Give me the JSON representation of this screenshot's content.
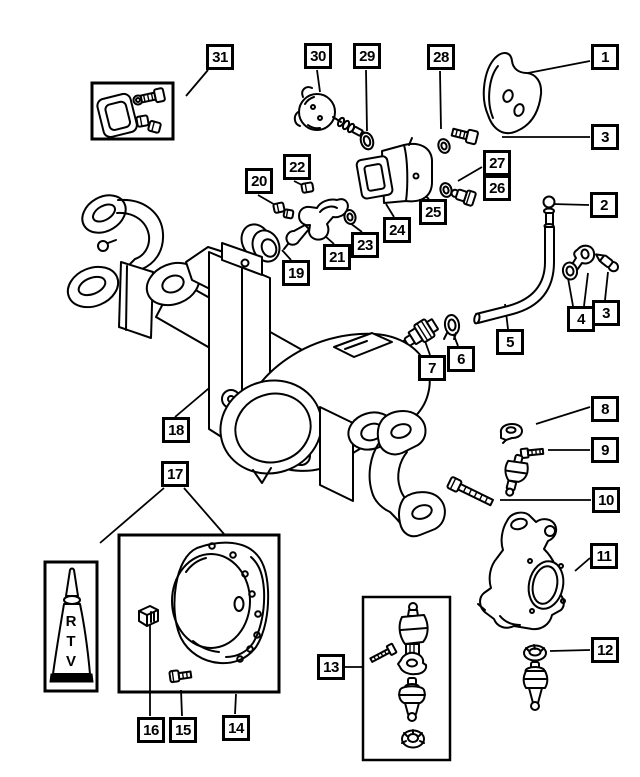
{
  "diagram": {
    "background": "#ffffff",
    "line_color": "#000000"
  },
  "callouts": [
    {
      "label": "31"
    },
    {
      "label": "30"
    },
    {
      "label": "29"
    },
    {
      "label": "28"
    },
    {
      "label": "1"
    },
    {
      "label": "3"
    },
    {
      "label": "27"
    },
    {
      "label": "26"
    },
    {
      "label": "2"
    },
    {
      "label": "22"
    },
    {
      "label": "20"
    },
    {
      "label": "25"
    },
    {
      "label": "24"
    },
    {
      "label": "23"
    },
    {
      "label": "21"
    },
    {
      "label": "19"
    },
    {
      "label": "4"
    },
    {
      "label": "3"
    },
    {
      "label": "5"
    },
    {
      "label": "7"
    },
    {
      "label": "6"
    },
    {
      "label": "8"
    },
    {
      "label": "9"
    },
    {
      "label": "10"
    },
    {
      "label": "11"
    },
    {
      "label": "12"
    },
    {
      "label": "13"
    },
    {
      "label": "18"
    },
    {
      "label": "17"
    },
    {
      "label": "16"
    },
    {
      "label": "15"
    },
    {
      "label": "14"
    }
  ],
  "rtv": {
    "letters": [
      "R",
      "T",
      "V"
    ]
  }
}
